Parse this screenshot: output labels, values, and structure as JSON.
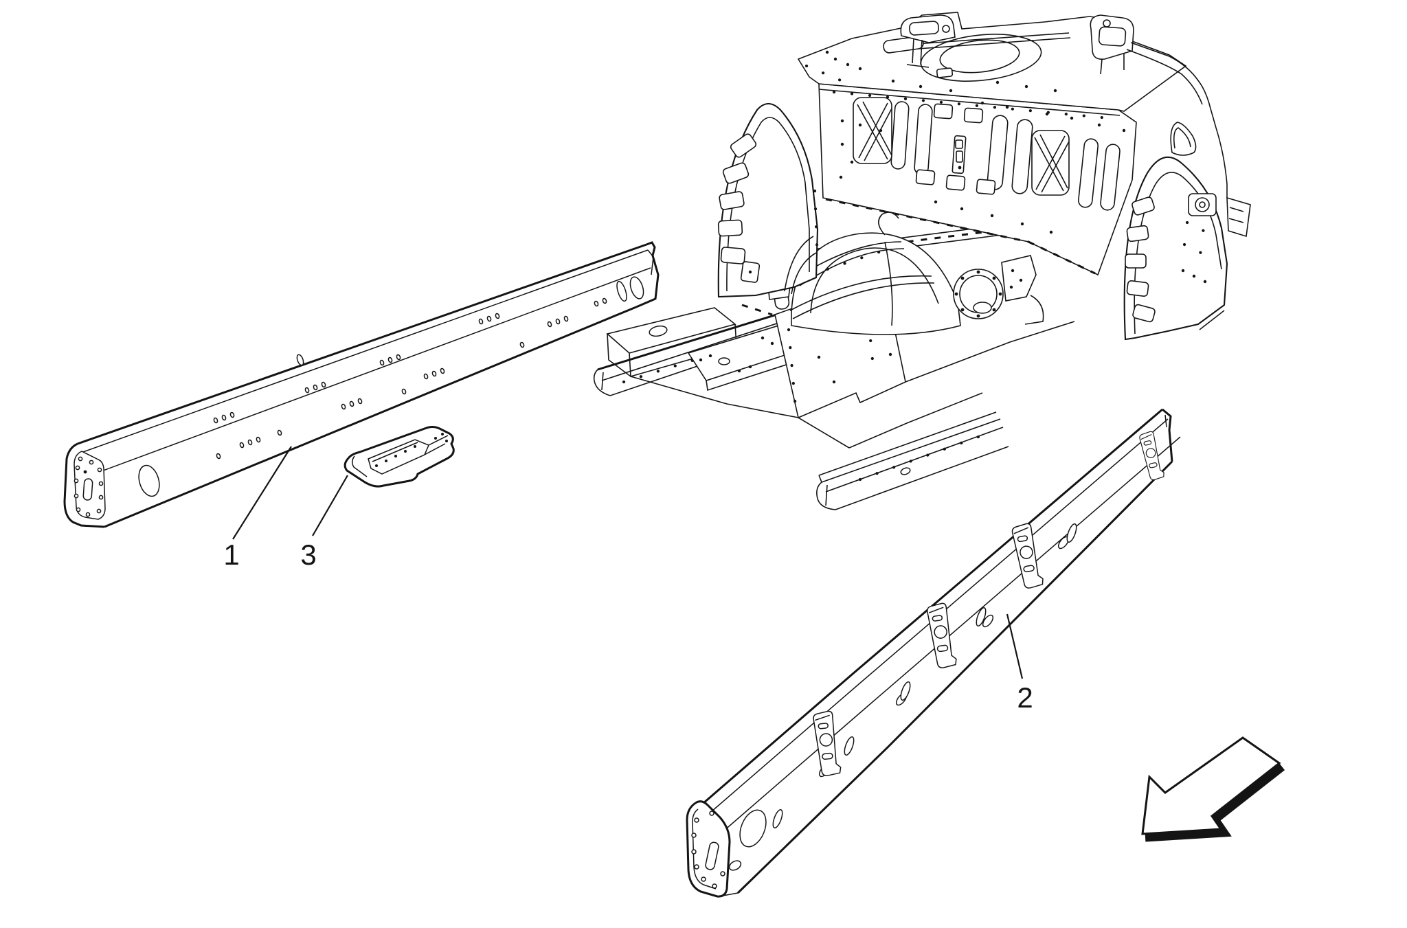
{
  "figure": {
    "background": "#ffffff",
    "line_color": "#141414"
  },
  "callouts": [
    {
      "text": "1"
    },
    {
      "text": "2"
    },
    {
      "text": "3"
    }
  ]
}
